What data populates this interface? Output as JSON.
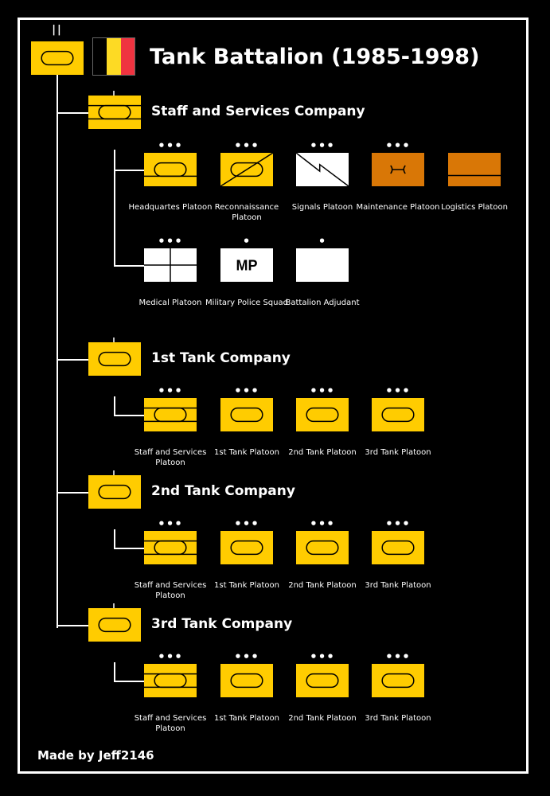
{
  "title": "Tank Battalion (1985-1998)",
  "credit": "Made by Jeff2146",
  "colors": {
    "background": "#000000",
    "armor": "#FFCC00",
    "maintenance": "#D97706",
    "white": "#FFFFFF"
  },
  "flag": {
    "name": "belgium-flag-icon",
    "colors": [
      "#000000",
      "#FDDA24",
      "#EF3340"
    ]
  },
  "battalion": {
    "echelon": "||",
    "symbol": "armor"
  },
  "companies": [
    {
      "name": "Staff and Services Company",
      "echelon": "|",
      "symbol": "armor-staff",
      "units": [
        {
          "label": "Headquartes Platoon",
          "echelon": "•••",
          "symbol": "armor-hq"
        },
        {
          "label": "Reconnaissance Platoon",
          "echelon": "•••",
          "symbol": "armor-recon"
        },
        {
          "label": "Signals Platoon",
          "echelon": "•••",
          "symbol": "signals"
        },
        {
          "label": "Maintenance Platoon",
          "echelon": "•••",
          "symbol": "maintenance"
        },
        {
          "label": "Logistics Platoon",
          "echelon": "",
          "symbol": "logistics"
        },
        {
          "label": "Medical Platoon",
          "echelon": "•••",
          "symbol": "medical"
        },
        {
          "label": "Military Police Squad",
          "echelon": "•",
          "symbol": "mp",
          "text": "MP"
        },
        {
          "label": "Battalion Adjudant",
          "echelon": "•",
          "symbol": "blank"
        }
      ]
    },
    {
      "name": "1st Tank Company",
      "echelon": "|",
      "symbol": "armor",
      "units": [
        {
          "label": "Staff and Services Platoon",
          "echelon": "•••",
          "symbol": "armor-staff"
        },
        {
          "label": "1st Tank Platoon",
          "echelon": "•••",
          "symbol": "armor"
        },
        {
          "label": "2nd Tank Platoon",
          "echelon": "•••",
          "symbol": "armor"
        },
        {
          "label": "3rd Tank Platoon",
          "echelon": "•••",
          "symbol": "armor"
        }
      ]
    },
    {
      "name": "2nd Tank Company",
      "echelon": "|",
      "symbol": "armor",
      "units": [
        {
          "label": "Staff and Services Platoon",
          "echelon": "•••",
          "symbol": "armor-staff"
        },
        {
          "label": "1st Tank Platoon",
          "echelon": "•••",
          "symbol": "armor"
        },
        {
          "label": "2nd Tank Platoon",
          "echelon": "•••",
          "symbol": "armor"
        },
        {
          "label": "3rd Tank Platoon",
          "echelon": "•••",
          "symbol": "armor"
        }
      ]
    },
    {
      "name": "3rd Tank Company",
      "echelon": "|",
      "symbol": "armor",
      "units": [
        {
          "label": "Staff and Services Platoon",
          "echelon": "•••",
          "symbol": "armor-staff"
        },
        {
          "label": "1st Tank Platoon",
          "echelon": "•••",
          "symbol": "armor"
        },
        {
          "label": "2nd Tank Platoon",
          "echelon": "•••",
          "symbol": "armor"
        },
        {
          "label": "3rd Tank Platoon",
          "echelon": "•••",
          "symbol": "armor"
        }
      ]
    }
  ]
}
